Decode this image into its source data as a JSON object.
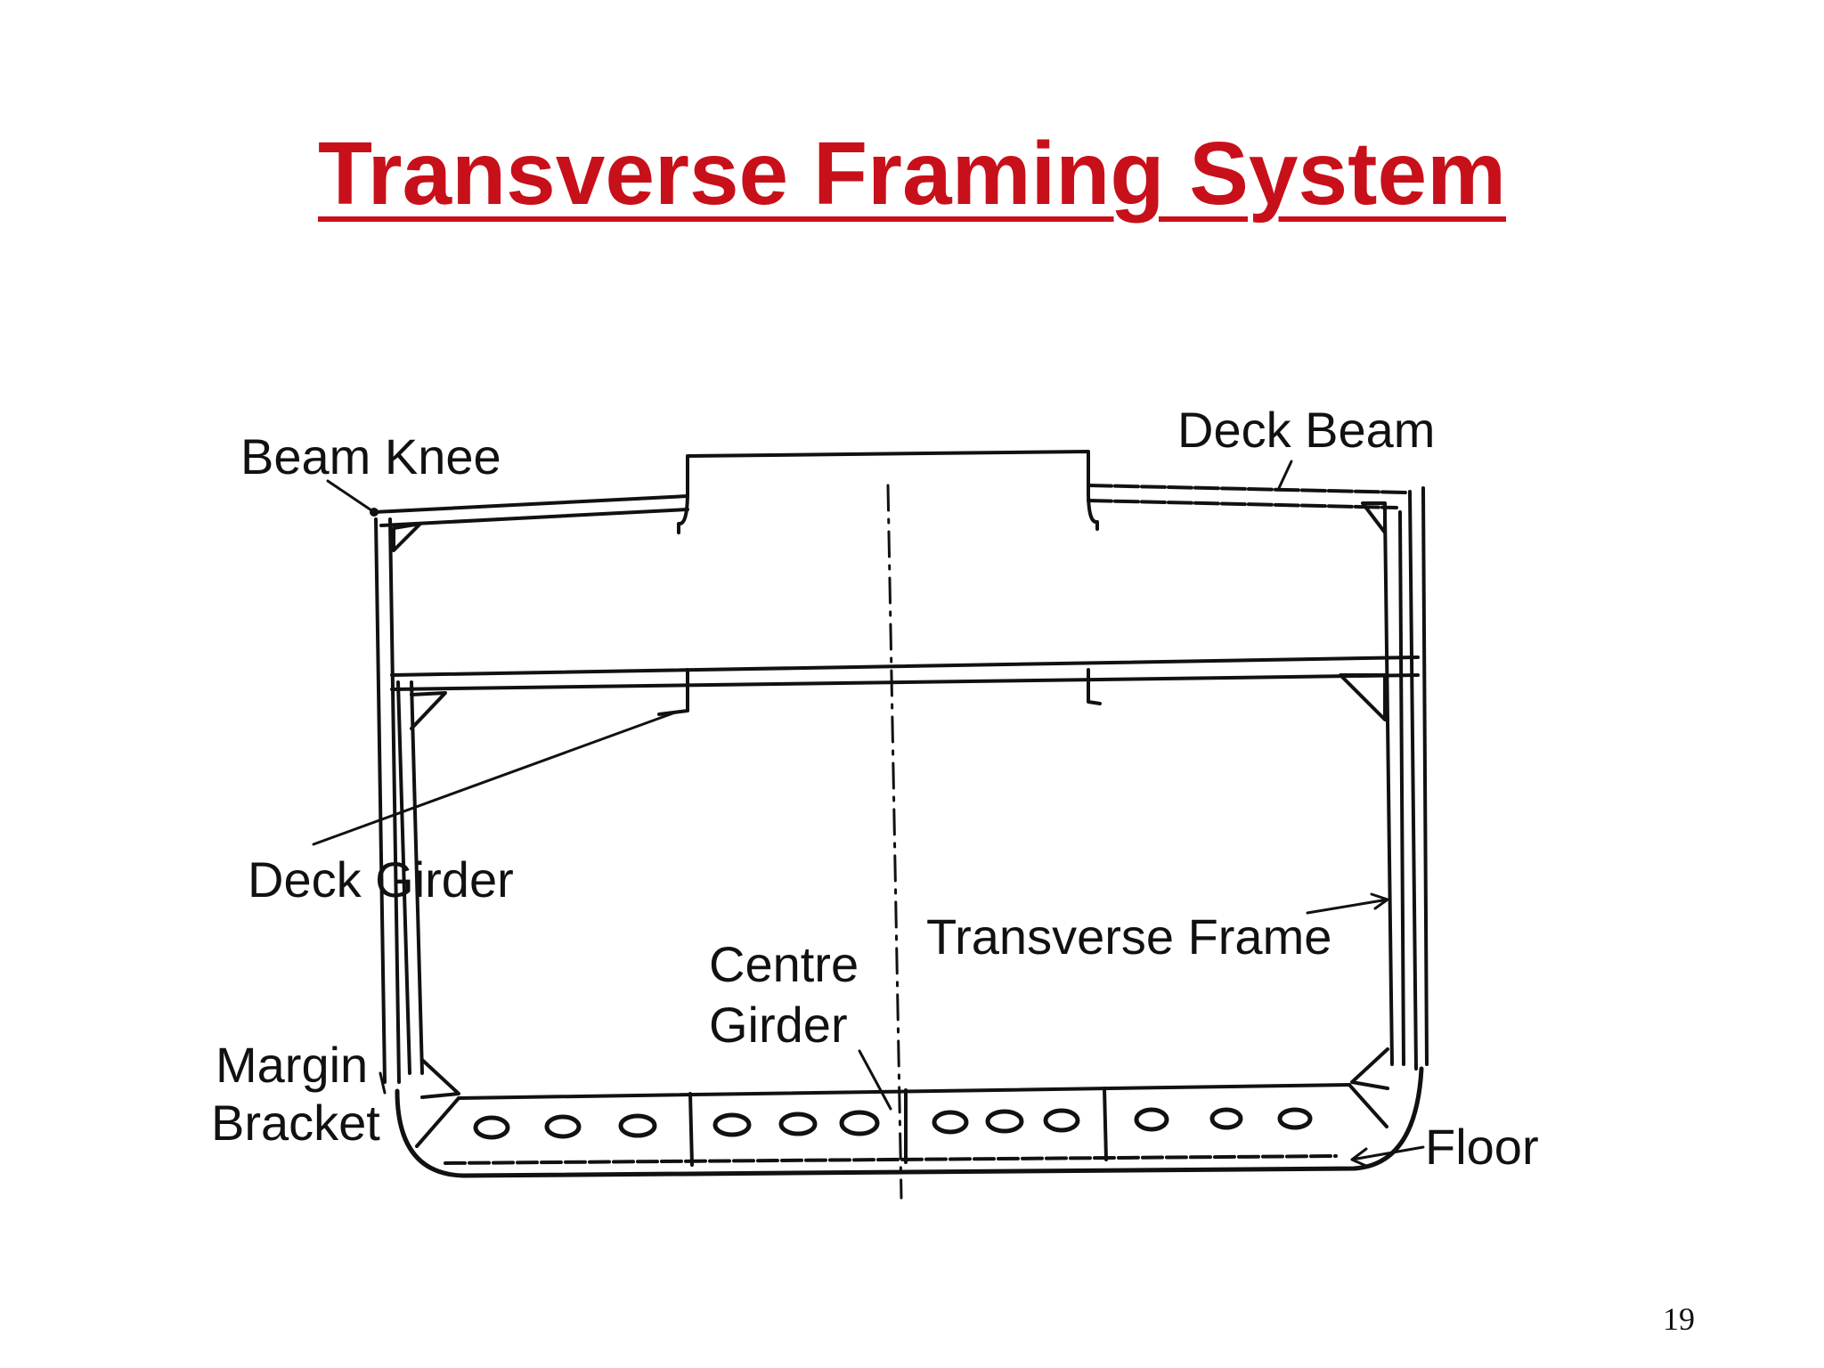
{
  "slide": {
    "title": "Transverse Framing System",
    "page_number": "19"
  },
  "diagram": {
    "labels": {
      "beam_knee": "Beam Knee",
      "deck_beam": "Deck Beam",
      "deck_girder": "Deck Girder",
      "transverse_frame": "Transverse Frame",
      "centre_girder_line1": "Centre",
      "centre_girder_line2": "Girder",
      "margin_bracket_line1": "Margin",
      "margin_bracket_line2": "Bracket",
      "floor": "Floor"
    }
  }
}
